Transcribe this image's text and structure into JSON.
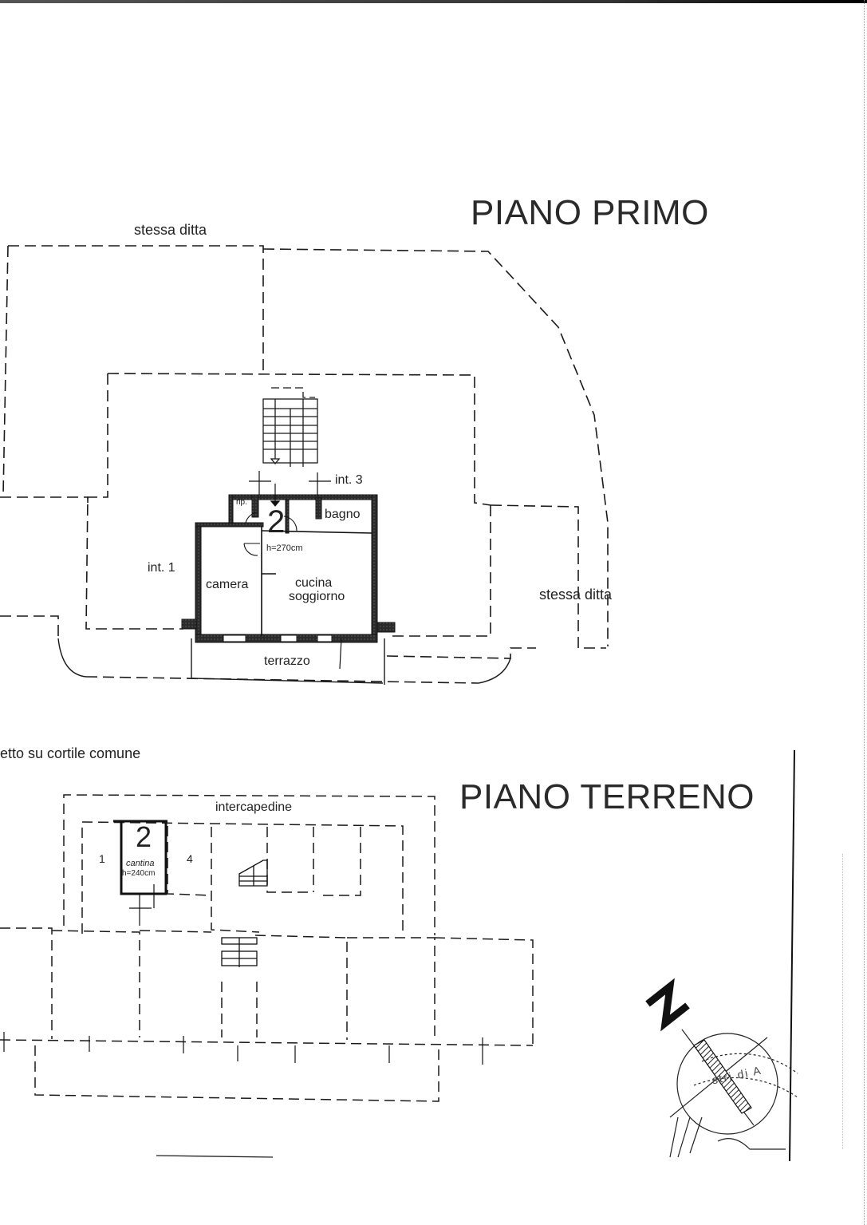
{
  "document": {
    "type": "floor plan (planimetria catastale)",
    "sheet_border_color": "#000000",
    "line_color": "#1a1a1a",
    "wall_fill": "#2b2b2b"
  },
  "piano_primo": {
    "title": "PIANO PRIMO",
    "labels": {
      "stessa_ditta_top": "stessa ditta",
      "stessa_ditta_right": "stessa ditta",
      "int_1": "int. 1",
      "int_3": "int. 3",
      "unit_number": "2",
      "rip": "rip.",
      "bagno": "bagno",
      "height": "h=270cm",
      "camera": "camera",
      "cucina": "cucina",
      "soggiorno": "soggiorno",
      "terrazzo": "terrazzo"
    }
  },
  "piano_terreno": {
    "title": "PIANO TERRENO",
    "labels": {
      "prospetto": "etto su cortile comune",
      "intercapedine": "intercapedine",
      "unit_number": "2",
      "cantina": "cantina",
      "height": "h=240cm",
      "cell_1": "1",
      "cell_4": "4"
    }
  },
  "north_arrow": {
    "letter": "N",
    "stamp_text": "stri di A"
  }
}
